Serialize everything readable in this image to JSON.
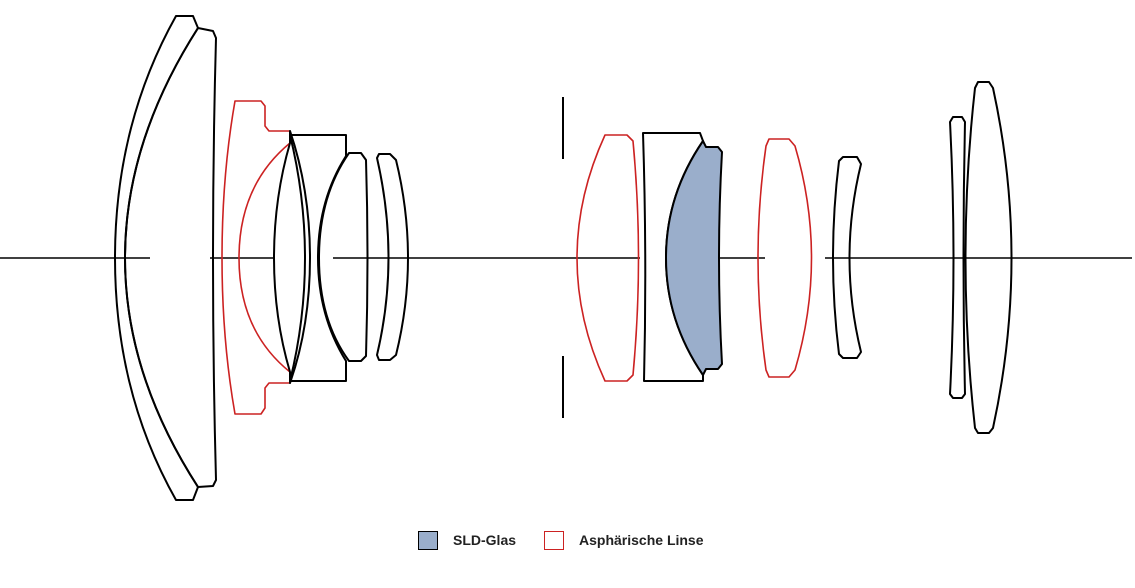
{
  "colors": {
    "outline": "#000000",
    "aspherical_outline": "#cc2222",
    "sld_fill": "#9aaecb",
    "background": "#ffffff"
  },
  "legend": {
    "sld_label": "SLD-Glas",
    "aspherical_label": "Asphärische Linse"
  },
  "diagram": {
    "elements": [
      {
        "id": "front-meniscus-1",
        "type": "plain"
      },
      {
        "id": "front-meniscus-2",
        "type": "plain"
      },
      {
        "id": "aspherical-element-1",
        "type": "aspherical"
      },
      {
        "id": "cemented-doublet-front",
        "type": "plain"
      },
      {
        "id": "cemented-doublet-back",
        "type": "plain"
      },
      {
        "id": "small-meniscus",
        "type": "plain"
      },
      {
        "id": "aperture-stop",
        "type": "stop"
      },
      {
        "id": "aspherical-element-2",
        "type": "aspherical"
      },
      {
        "id": "doublet-plain",
        "type": "plain"
      },
      {
        "id": "sld-element",
        "type": "sld"
      },
      {
        "id": "aspherical-element-3",
        "type": "aspherical"
      },
      {
        "id": "rear-meniscus",
        "type": "plain"
      },
      {
        "id": "rear-thin-element",
        "type": "plain"
      },
      {
        "id": "rear-biconvex",
        "type": "plain"
      }
    ]
  }
}
